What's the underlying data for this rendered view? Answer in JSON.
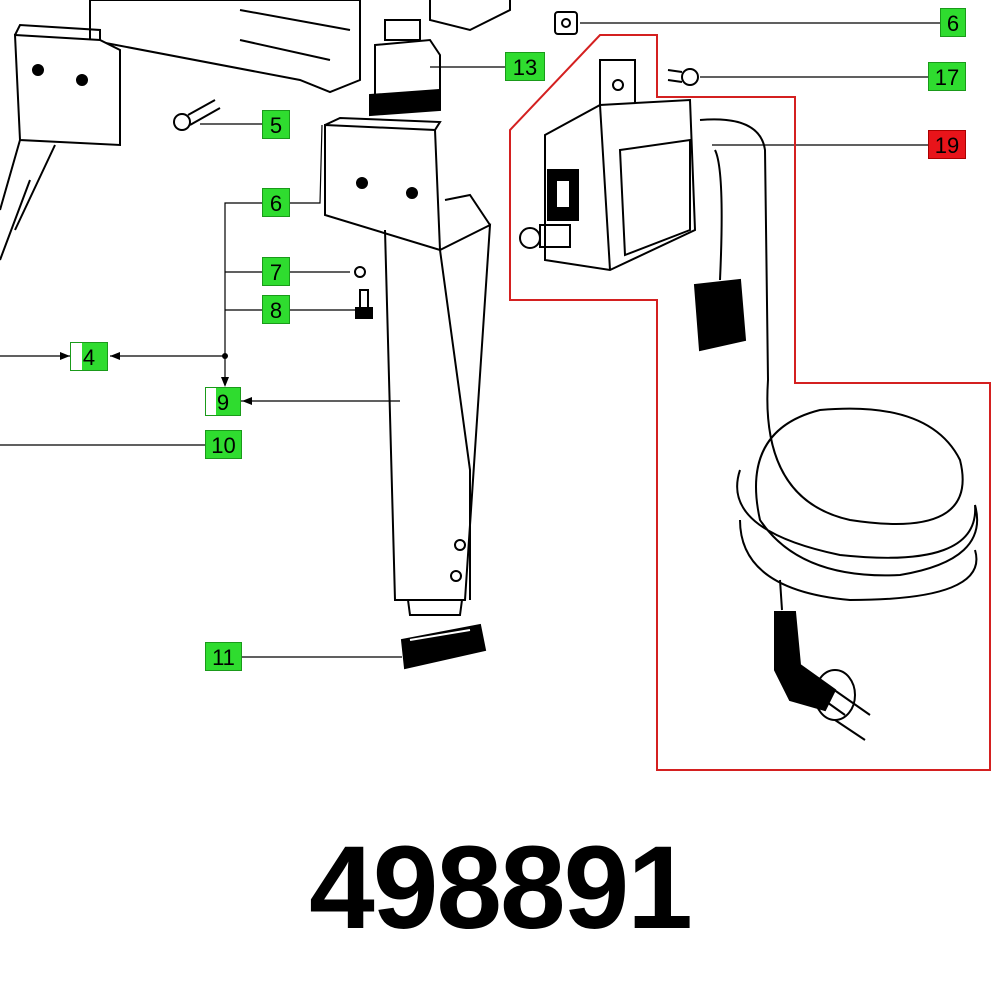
{
  "labels": {
    "l6_top": "6",
    "l13": "13",
    "l17": "17",
    "l19": "19",
    "l5": "5",
    "l6_mid": "6",
    "l7": "7",
    "l8": "8",
    "l4": "4",
    "l9": "9",
    "l10": "10",
    "l11": "11"
  },
  "part_number": "498891",
  "colors": {
    "label_green": "#2fdc2f",
    "label_red": "#e8141a",
    "highlight_outline": "#d42020"
  }
}
